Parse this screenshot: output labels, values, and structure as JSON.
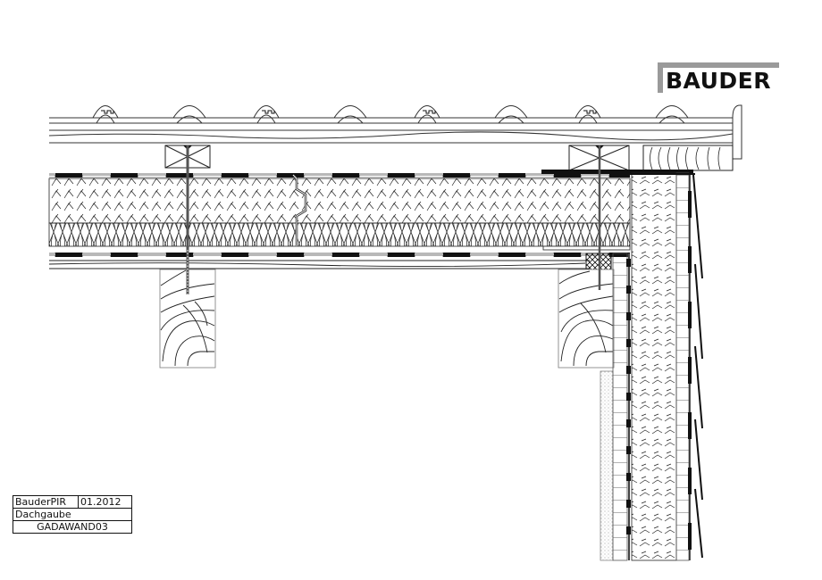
{
  "brand": {
    "logo_text": "BAUDER",
    "logo_bar_color": "#9a9a9a"
  },
  "title_block": {
    "product": "BauderPIR",
    "date": "01.2012",
    "subject": "Dachgaube",
    "drawing_id": "GADAWAND03"
  },
  "drawing": {
    "type": "construction-section-detail",
    "description": "Dormer roof-to-wall junction section",
    "layers_roof": [
      "roof tiles",
      "battens/counter battens",
      "counter batten block",
      "underlay membrane",
      "PIR insulation board",
      "mineral wool insulation",
      "vapour control layer",
      "boarding",
      "rafters"
    ],
    "layers_wall": [
      "plaster",
      "inner cladding",
      "vapour control",
      "PIR insulation",
      "battens",
      "slate/shingle cladding"
    ],
    "line_color": "#111111",
    "secondary_line_color": "#888888"
  }
}
